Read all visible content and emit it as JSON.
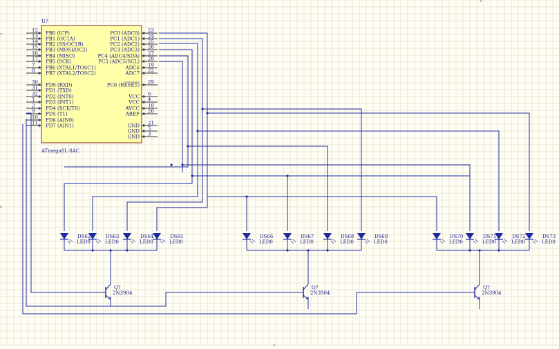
{
  "chip": {
    "designator": "U?",
    "part": "ATmega8L-8AC",
    "left_pins": [
      {
        "num": "12",
        "name": "PB0 (ICP)"
      },
      {
        "num": "13",
        "name": "PB1 (OC1A)"
      },
      {
        "num": "14",
        "name": "PB2 (SS/OC1B)"
      },
      {
        "num": "15",
        "name": "PB3 (MOSI/OC2)"
      },
      {
        "num": "16",
        "name": "PB4 (MISO)"
      },
      {
        "num": "17",
        "name": "PB5 (SCK)"
      },
      {
        "num": "7",
        "name": "PB6 (XTAL1/TOSC1)"
      },
      {
        "num": "8",
        "name": "PB7 (XTAL2/TOSC2)"
      },
      {
        "num": "30",
        "name": "PD0 (RXD)"
      },
      {
        "num": "31",
        "name": "PD1 (TXD)"
      },
      {
        "num": "32",
        "name": "PD2 (INT0)"
      },
      {
        "num": "1",
        "name": "PD3 (INT1)"
      },
      {
        "num": "2",
        "name": "PD4 (XCK/T0)"
      },
      {
        "num": "9",
        "name": "PD5 (T1)"
      },
      {
        "num": "10",
        "name": "PD6 (AIN0)"
      },
      {
        "num": "11",
        "name": "PD7 (AIN1)"
      }
    ],
    "right_pins": [
      {
        "num": "23",
        "name": "PC0 (ADC0)"
      },
      {
        "num": "24",
        "name": "PC1 (ADC1)"
      },
      {
        "num": "25",
        "name": "PC2 (ADC2)"
      },
      {
        "num": "26",
        "name": "PC3 (ADC3)"
      },
      {
        "num": "27",
        "name": "PC4 (ADC4/SDA)"
      },
      {
        "num": "28",
        "name": "PC5 (ADC5/SCL)"
      },
      {
        "num": "19",
        "name": "ADC6"
      },
      {
        "num": "22",
        "name": "ADC7"
      },
      {
        "num": "29",
        "name": "PC6 (RESET)"
      },
      {
        "num": "6",
        "name": "VCC"
      },
      {
        "num": "4",
        "name": "VCC"
      },
      {
        "num": "18",
        "name": "AVCC"
      },
      {
        "num": "20",
        "name": "AREF"
      },
      {
        "num": "21",
        "name": "GND"
      },
      {
        "num": "5",
        "name": "GND"
      },
      {
        "num": "3",
        "name": "GND"
      }
    ]
  },
  "leds": [
    {
      "designator": "DS62",
      "value": "LED0"
    },
    {
      "designator": "DS63",
      "value": "LED0"
    },
    {
      "designator": "DS64",
      "value": "LED0"
    },
    {
      "designator": "DS65",
      "value": "LED0"
    },
    {
      "designator": "DS66",
      "value": "LED0"
    },
    {
      "designator": "DS67",
      "value": "LED0"
    },
    {
      "designator": "DS68",
      "value": "LED0"
    },
    {
      "designator": "DS69",
      "value": "LED0"
    },
    {
      "designator": "DS70",
      "value": "LED0"
    },
    {
      "designator": "DS71",
      "value": "LED0"
    },
    {
      "designator": "DS72",
      "value": "LED0"
    },
    {
      "designator": "DS73",
      "value": "LED0"
    }
  ],
  "transistors": [
    {
      "designator": "Q?",
      "part": "2N3904"
    },
    {
      "designator": "Q?",
      "part": "2N3904"
    },
    {
      "designator": "Q?",
      "part": "2N3904"
    }
  ],
  "colors": {
    "wire": "#1c2aa0",
    "chip_fill": "#ffffaa",
    "chip_border": "#8b2a1a",
    "background": "#fffef6",
    "grid": "#ece7d0"
  }
}
